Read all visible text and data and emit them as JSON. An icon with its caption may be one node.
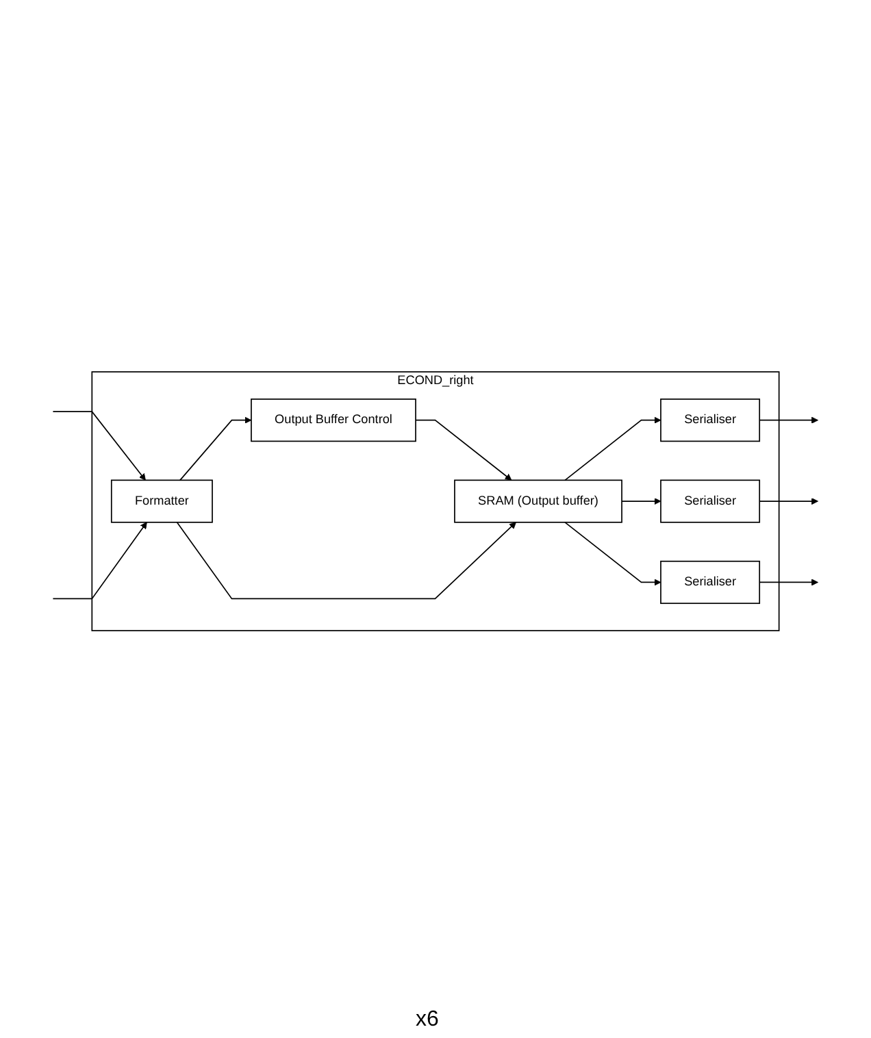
{
  "diagram": {
    "nodes": [
      {
        "text": [
          "ECOND_right"
        ]
      },
      {
        "text": [
          "Output Buffer Control"
        ],
        "in": 0
      },
      {
        "text": [
          "Formatter"
        ],
        "in": 0
      },
      {
        "text": [
          "SRAM (Output buffer)"
        ],
        "in": 0
      },
      {
        "text": [
          "Serialiser"
        ],
        "in": 0
      },
      {
        "text": [
          "Serialiser"
        ],
        "in": 0
      },
      {
        "text": [
          "Serialiser"
        ],
        "in": 0
      }
    ],
    "edges": [
      {
        "from": null,
        "to": 2,
        "arrow": "to"
      },
      {
        "from": null,
        "to": 2,
        "arrow": "to"
      },
      {
        "from": 2,
        "to": 1,
        "arrow": "to"
      },
      {
        "from": 1,
        "to": 3,
        "arrow": "to"
      },
      {
        "from": 2,
        "to": 3,
        "arrow": "to"
      },
      {
        "from": 3,
        "to": 4,
        "arrow": "to"
      },
      {
        "from": 3,
        "to": 5,
        "arrow": "to"
      },
      {
        "from": 3,
        "to": 6,
        "arrow": "to"
      },
      {
        "from": 4,
        "to": null,
        "arrow": "to"
      },
      {
        "from": 5,
        "to": null,
        "arrow": "to"
      },
      {
        "from": 6,
        "to": null,
        "arrow": "to"
      }
    ],
    "labels": [
      "x6"
    ]
  }
}
